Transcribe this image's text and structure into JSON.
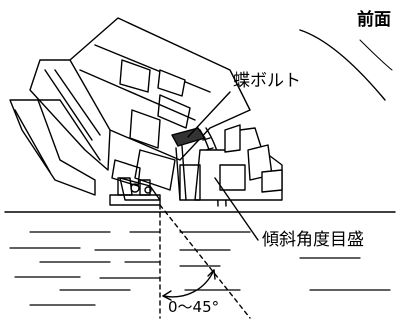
{
  "labels": {
    "front": "前面",
    "wing_bolt": "蝶ボルト",
    "bevel_scale": "傾斜角度目盛",
    "angle_range": "0〜45°"
  },
  "colors": {
    "line": "#000000",
    "fill": "#ffffff",
    "shade": "#333333"
  }
}
